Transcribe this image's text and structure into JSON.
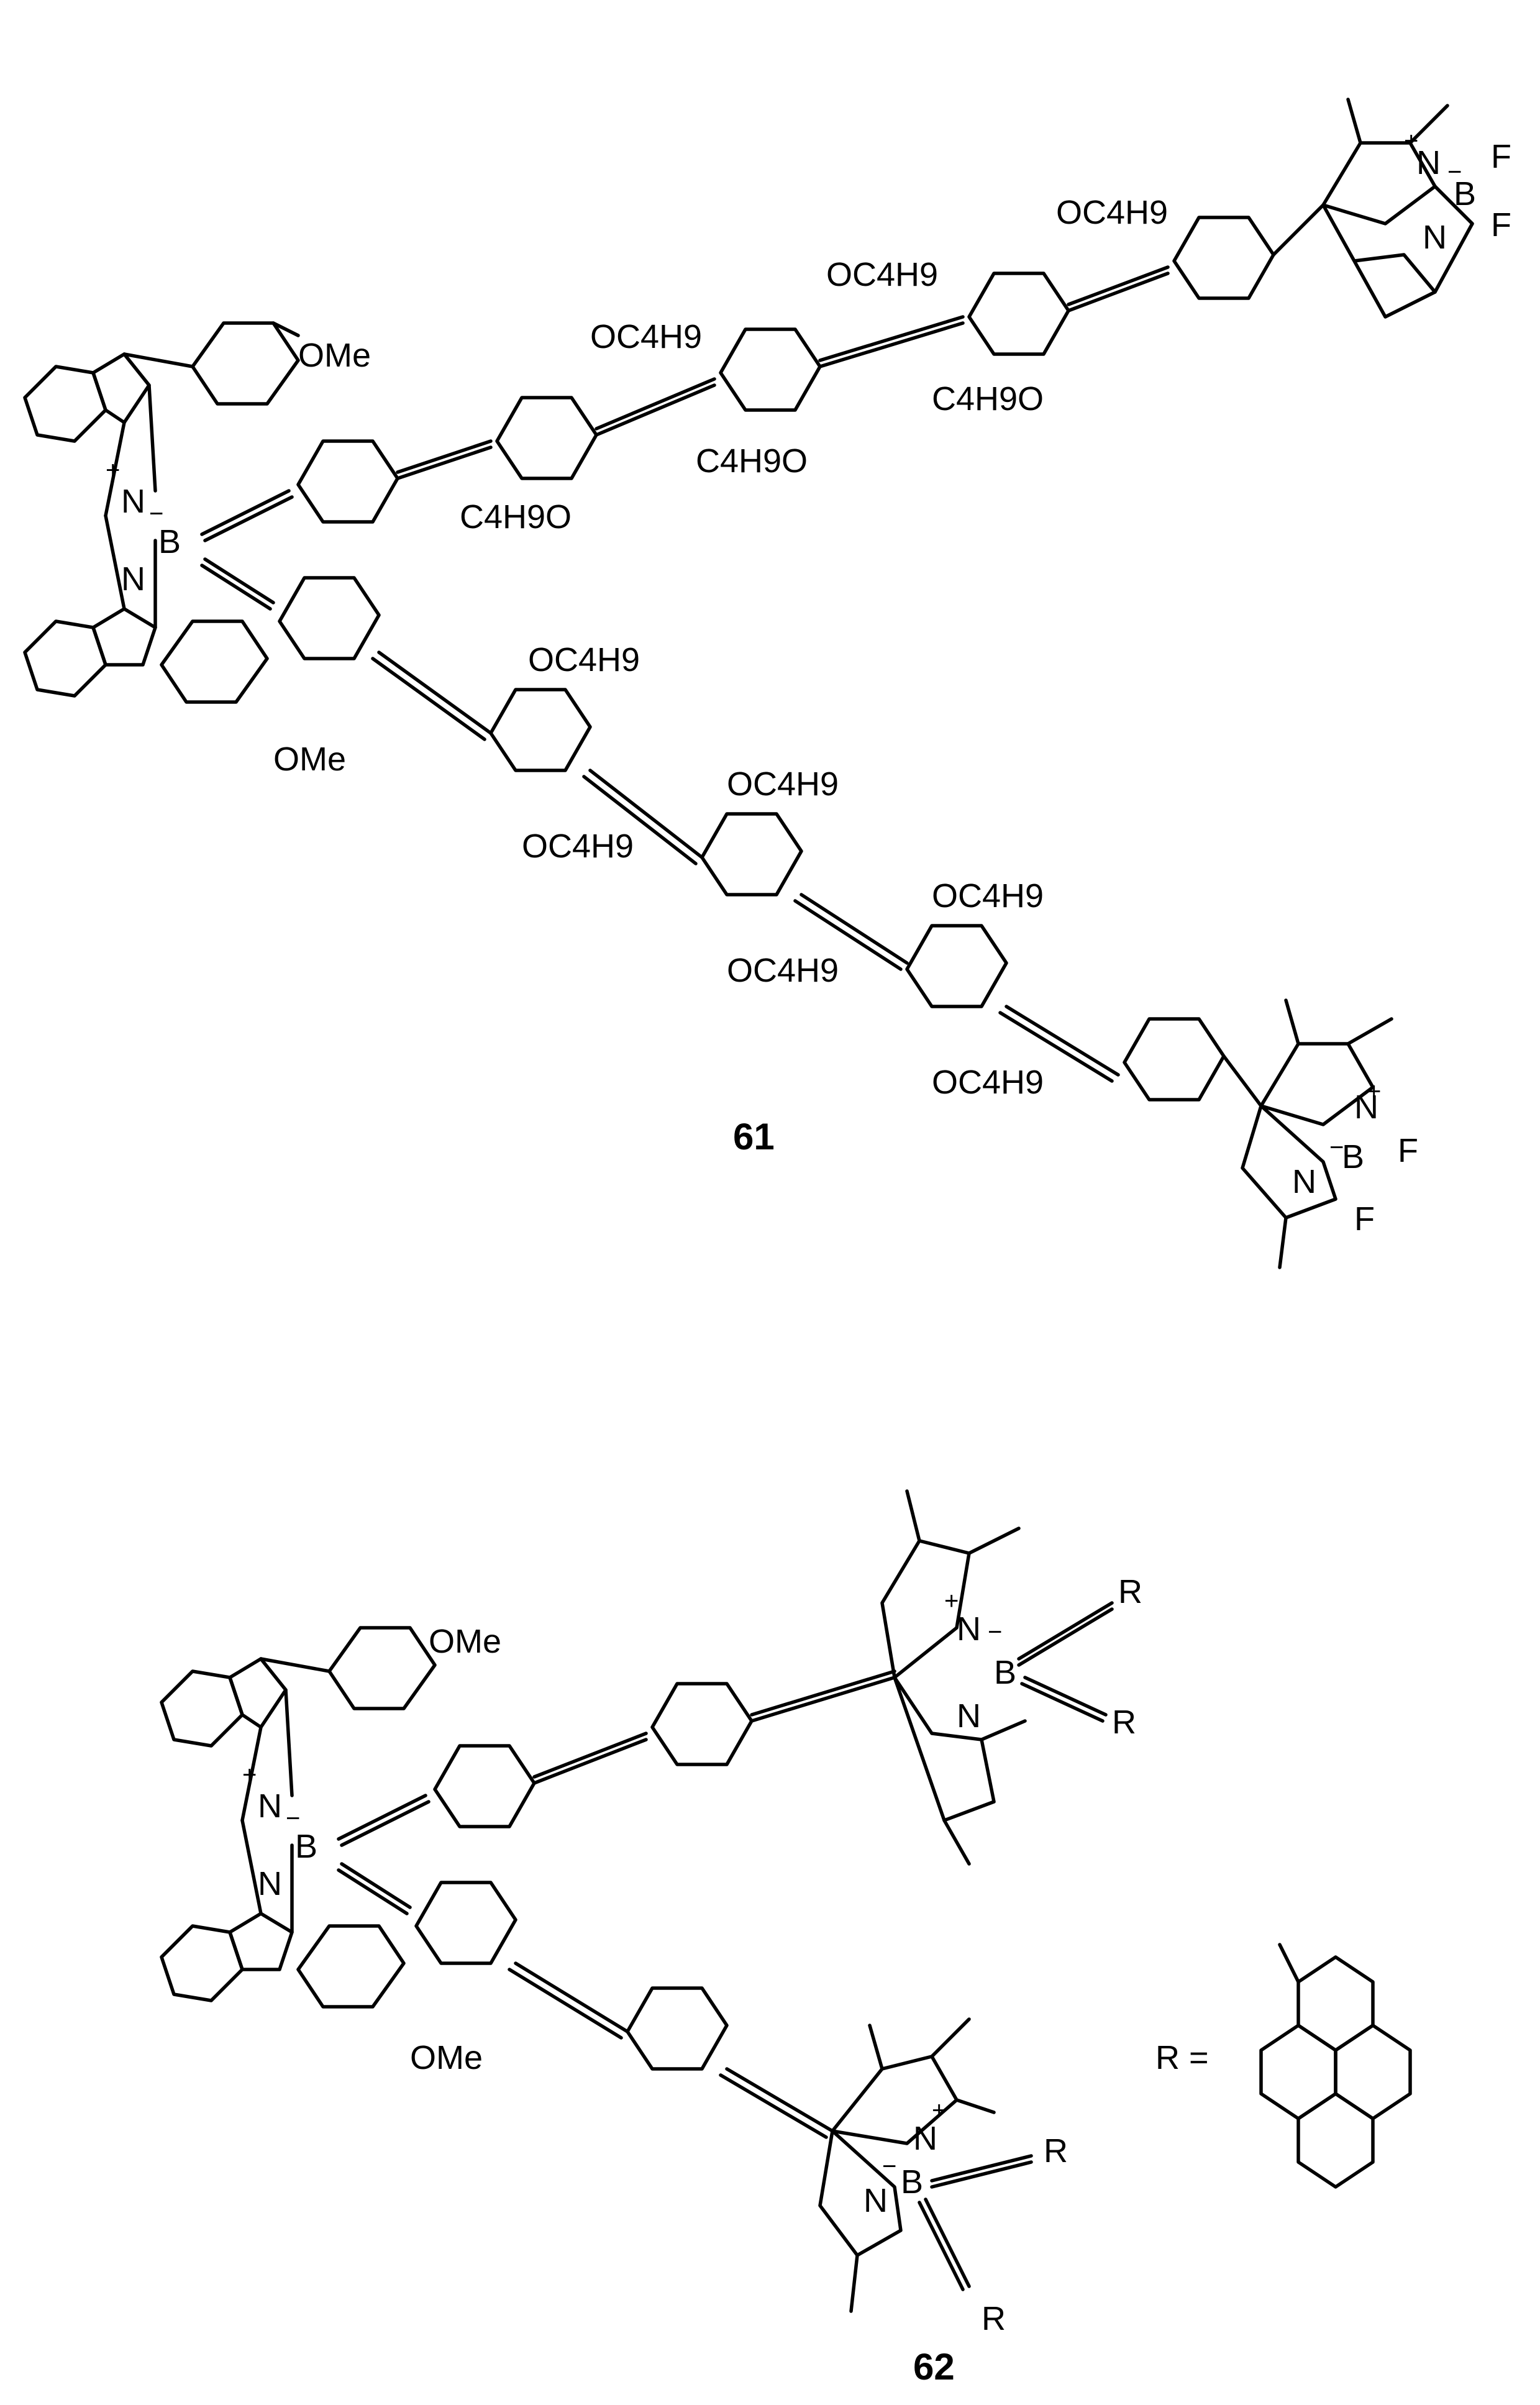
{
  "compounds": [
    {
      "label": "61",
      "groups": {
        "ome_top": "OMe",
        "ome_bot": "OMe",
        "oc4h9": "OC4H9",
        "c4h9o": "C4H9O",
        "n": "N",
        "b": "B",
        "f": "F",
        "plus": "+",
        "minus": "−"
      }
    },
    {
      "label": "62",
      "groups": {
        "ome_top": "OMe",
        "ome_bot": "OMe",
        "r": "R",
        "r_def": "R =",
        "n": "N",
        "b": "B",
        "plus": "+",
        "minus": "−"
      }
    }
  ]
}
